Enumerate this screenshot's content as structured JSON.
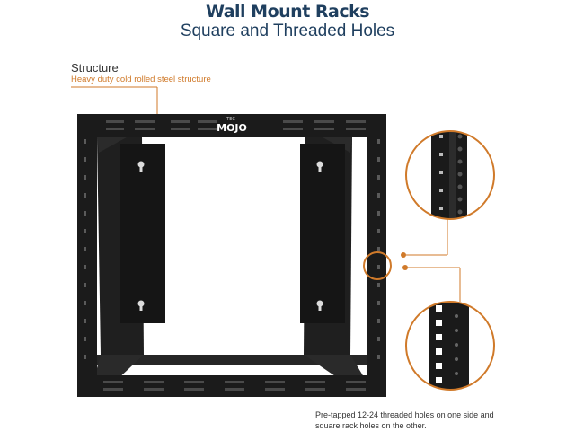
{
  "header": {
    "title": "Wall Mount Racks",
    "subtitle": "Square and Threaded Holes"
  },
  "structure": {
    "title": "Structure",
    "description": "Heavy duty cold rolled steel structure"
  },
  "rack": {
    "brand_small": "TEC",
    "brand": "MOJO"
  },
  "caption": {
    "line1": "Pre-tapped 12-24 threaded holes on one side and",
    "line2": "square rack holes on the other."
  },
  "colors": {
    "title": "#1f3f5f",
    "accent": "#d07a2a",
    "rack": "#1b1b1b"
  }
}
